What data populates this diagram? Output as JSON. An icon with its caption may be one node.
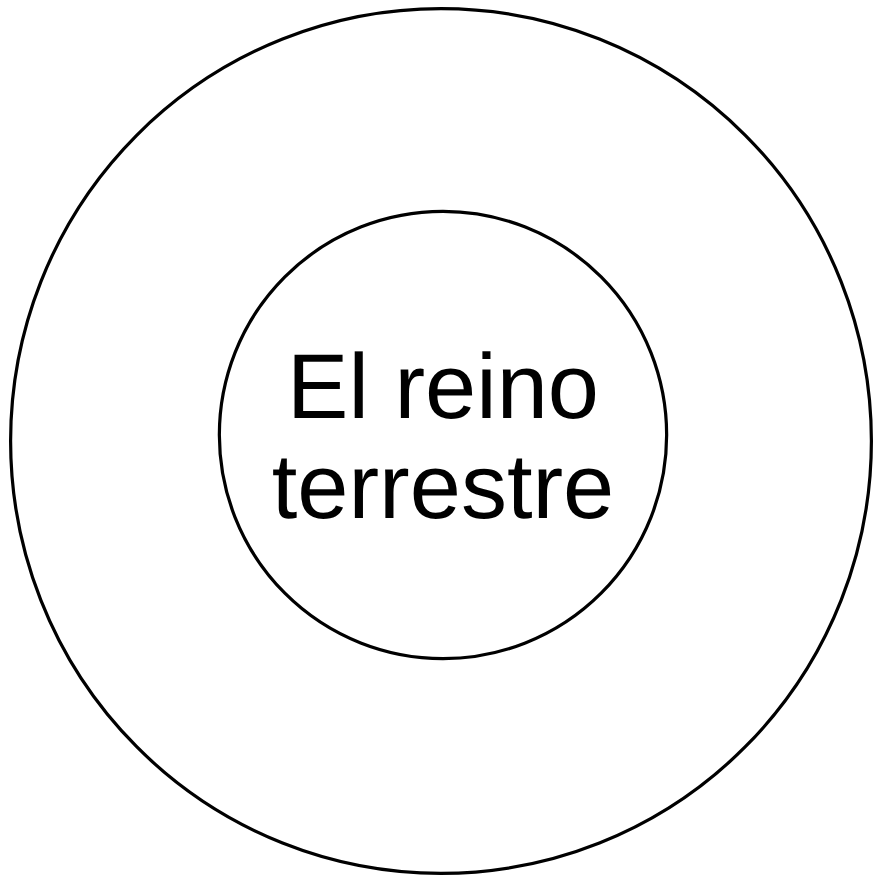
{
  "diagram": {
    "nodes": [
      {
        "text": [],
        "shape": "circle"
      },
      {
        "text": [
          "El reino terrestre"
        ],
        "in": 0
      }
    ]
  }
}
